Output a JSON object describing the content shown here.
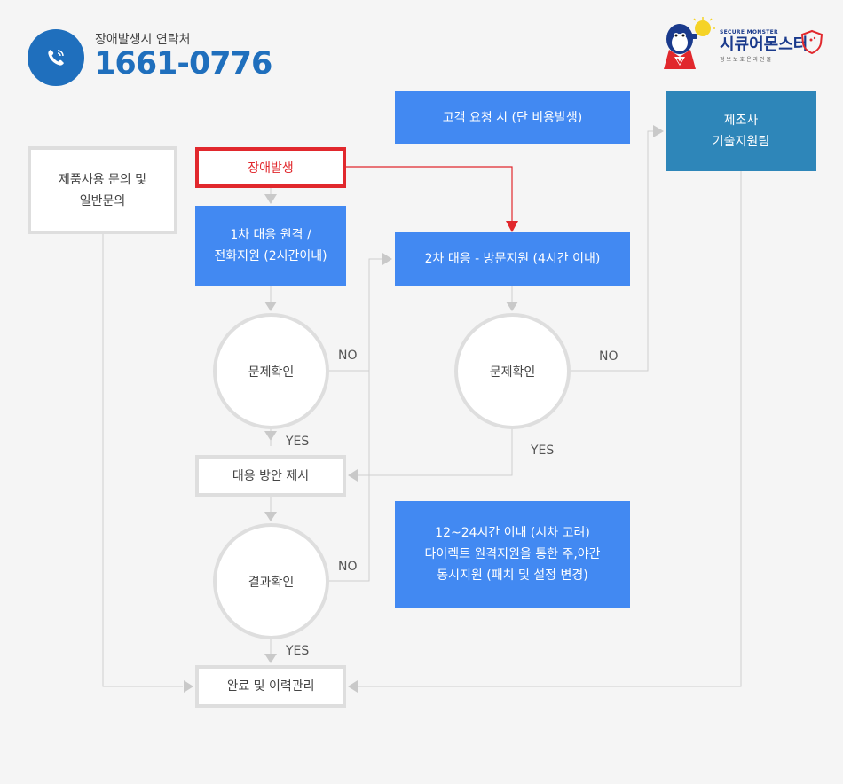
{
  "header": {
    "contact_label": "장애발생시 연락처",
    "phone_number": "1661-0776",
    "phone_icon": "phone-icon"
  },
  "logo": {
    "subtitle": "SECURE MONSTER",
    "name": "시큐어몬스터",
    "caption": "정보보호온라인몰",
    "mascot_icon": "monster-mascot-icon",
    "shield_icon": "shield-icon",
    "colors": {
      "brand": "#1a3a8c",
      "accent": "#e1282d"
    }
  },
  "flow": {
    "customer_request": "고객 요청 시 (단 비용발생)",
    "manufacturer_line1": "제조사",
    "manufacturer_line2": "기술지원팀",
    "general_inquiry_line1": "제품사용 문의 및",
    "general_inquiry_line2": "일반문의",
    "incident": "장애발생",
    "first_response_line1": "1차 대응 원격 /",
    "first_response_line2": "전화지원 (2시간이내)",
    "second_response": "2차 대응 - 방문지원 (4시간 이내)",
    "check_problem_1": "문제확인",
    "check_problem_2": "문제확인",
    "propose_solution": "대응 방안 제시",
    "check_result": "결과확인",
    "complete": "완료 및 이력관리",
    "overseas_line1": "12~24시간 이내 (시차 고려)",
    "overseas_line2": "다이렉트 원격지원을 통한 주,야간",
    "overseas_line3": "동시지원 (패치 및 설정 변경)",
    "no_1": "NO",
    "no_2": "NO",
    "no_3": "NO",
    "yes_1": "YES",
    "yes_2": "YES",
    "yes_3": "YES"
  },
  "colors": {
    "primary_blue": "#4289f2",
    "teal": "#2e86b9",
    "header_blue": "#1f6fbd",
    "alert_red": "#e1282d",
    "connector_gray": "#c9c9c9"
  }
}
